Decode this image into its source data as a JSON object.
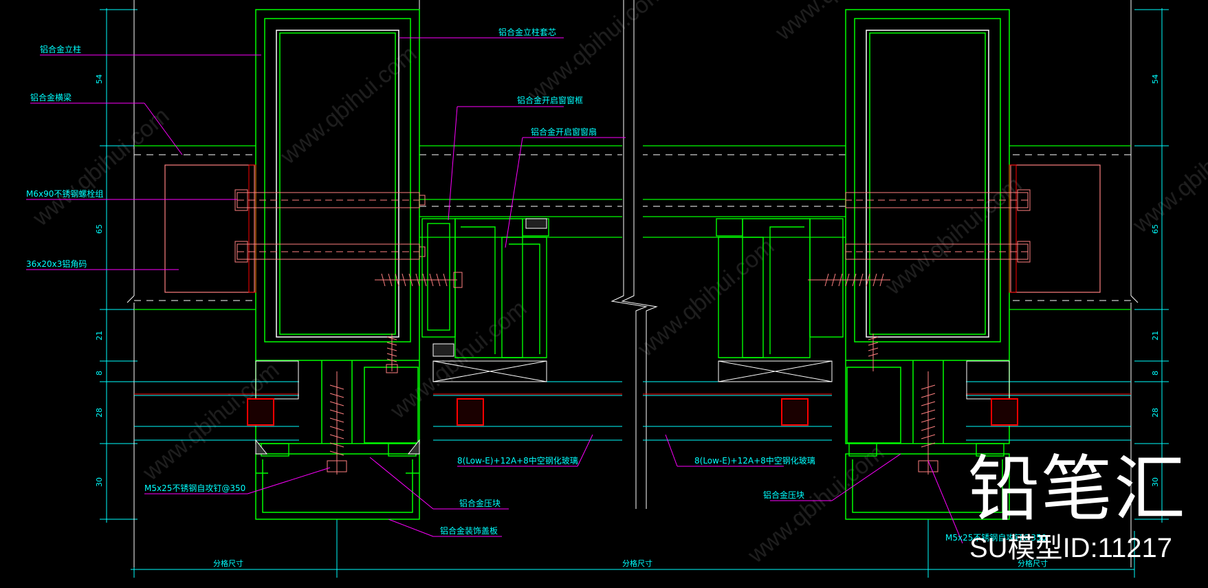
{
  "labels": {
    "mullion": "铝合金立柱",
    "transom": "铝合金横梁",
    "bolt": "M6x90不锈钢螺栓组",
    "angle": "36x20x3铝角码",
    "core": "铝合金立柱套芯",
    "vent_frame": "铝合金开启窗窗框",
    "vent_sash": "铝合金开启窗窗扇",
    "glass_left": "8(Low-E)+12A+8中空钢化玻璃",
    "glass_right": "8(Low-E)+12A+8中空钢化玻璃",
    "screw": "M5x25不锈钢自攻钉@350",
    "pressure_left": "铝合金压块",
    "pressure_right": "铝合金压块",
    "cover": "铝合金装饰盖板",
    "screw_right": "M5x25不锈钢自攻钉@350"
  },
  "dimensions": {
    "left": [
      "54",
      "65",
      "21",
      "8",
      "28",
      "30"
    ],
    "right": [
      "54",
      "65",
      "21",
      "8",
      "28",
      "30"
    ]
  },
  "bottom_dims": {
    "left": "分格尺寸",
    "center": "分格尺寸",
    "right": "分格尺寸"
  },
  "watermark": {
    "brand": "铅笔汇",
    "model_id": "SU模型ID:11217",
    "url": "www.qbihui.com"
  },
  "colors": {
    "background": "#000000",
    "profile": "#00ff00",
    "leader": "#ff00ff",
    "text": "#00ffff",
    "dimension": "#00ffff",
    "bolt": "#ff8080",
    "gasket": "#ff0000"
  }
}
